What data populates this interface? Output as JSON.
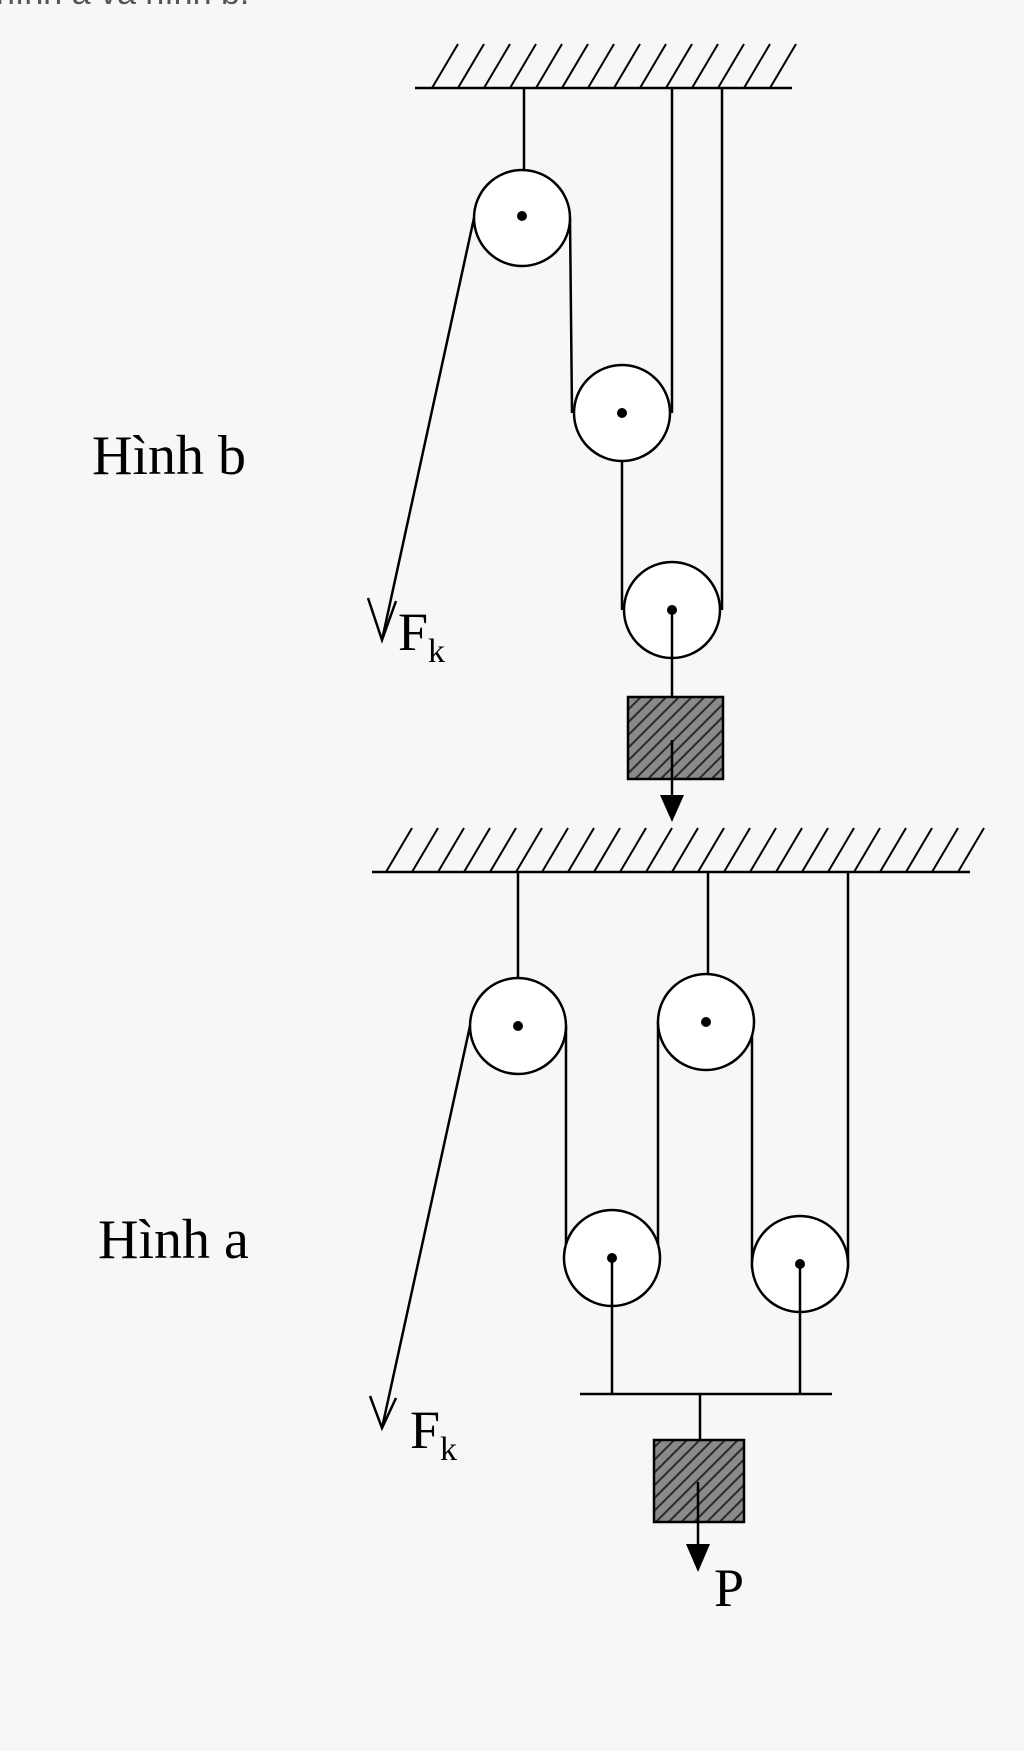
{
  "caption": "hình a và hình b.",
  "figure_b": {
    "label": "Hình b",
    "force": "F",
    "force_sub": "k"
  },
  "figure_a": {
    "label": "Hình a",
    "force": "F",
    "force_sub": "k",
    "weight": "P"
  },
  "colors": {
    "background": "#f7f7f7",
    "line": "#000000",
    "hatch_fill": "#7a7a7a"
  }
}
